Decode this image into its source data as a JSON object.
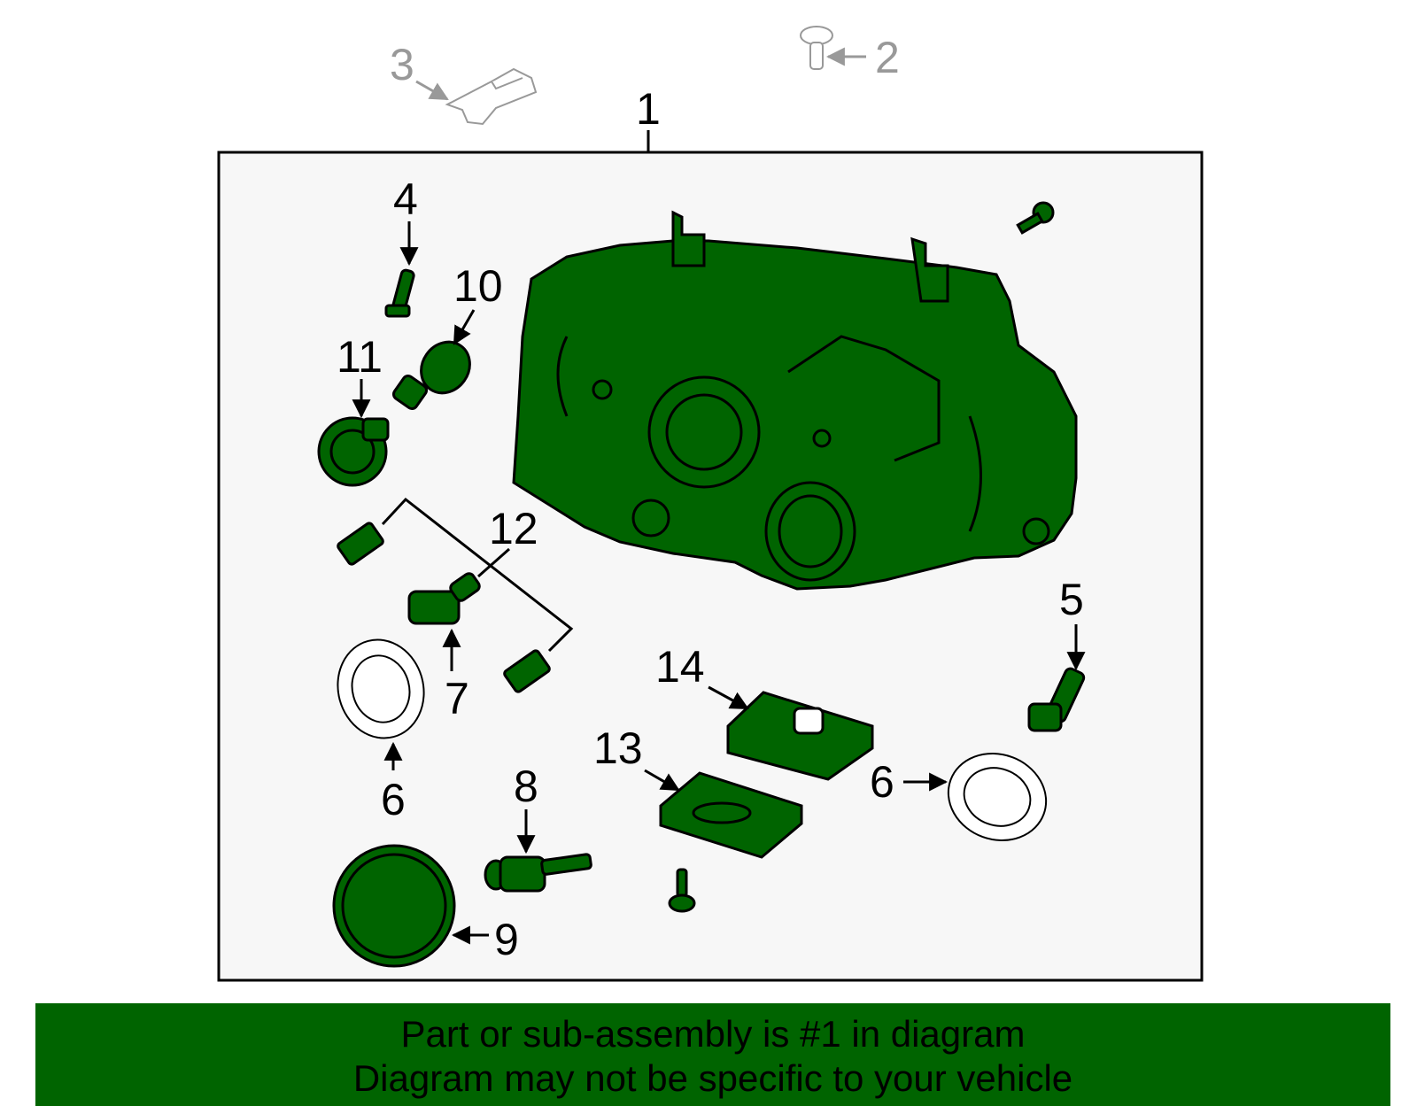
{
  "callouts": {
    "c1": "1",
    "c2": "2",
    "c3": "3",
    "c4": "4",
    "c5": "5",
    "c6a": "6",
    "c6b": "6",
    "c7": "7",
    "c8": "8",
    "c9": "9",
    "c10": "10",
    "c11": "11",
    "c12": "12",
    "c13": "13",
    "c14": "14"
  },
  "banner": {
    "line1": "Part or sub-assembly is #1 in diagram",
    "line2": "Diagram may not be specific to your vehicle"
  },
  "colors": {
    "part_fill": "#006400",
    "part_stroke": "#000000",
    "frame_bg": "#f7f7f7",
    "banner_bg": "#006400",
    "ghost": "#999999"
  }
}
